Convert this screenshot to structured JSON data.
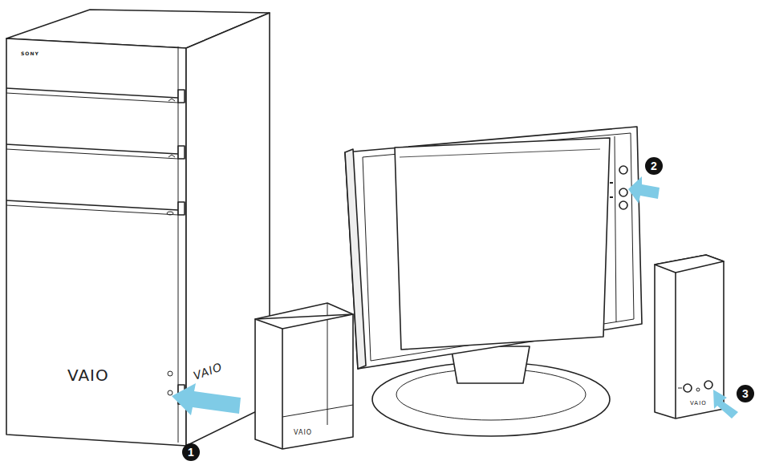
{
  "diagram": {
    "labels": [
      "SONY",
      "VAIO",
      "VAIO",
      "1",
      "VAIO",
      "2",
      "VAIO",
      "3"
    ]
  }
}
